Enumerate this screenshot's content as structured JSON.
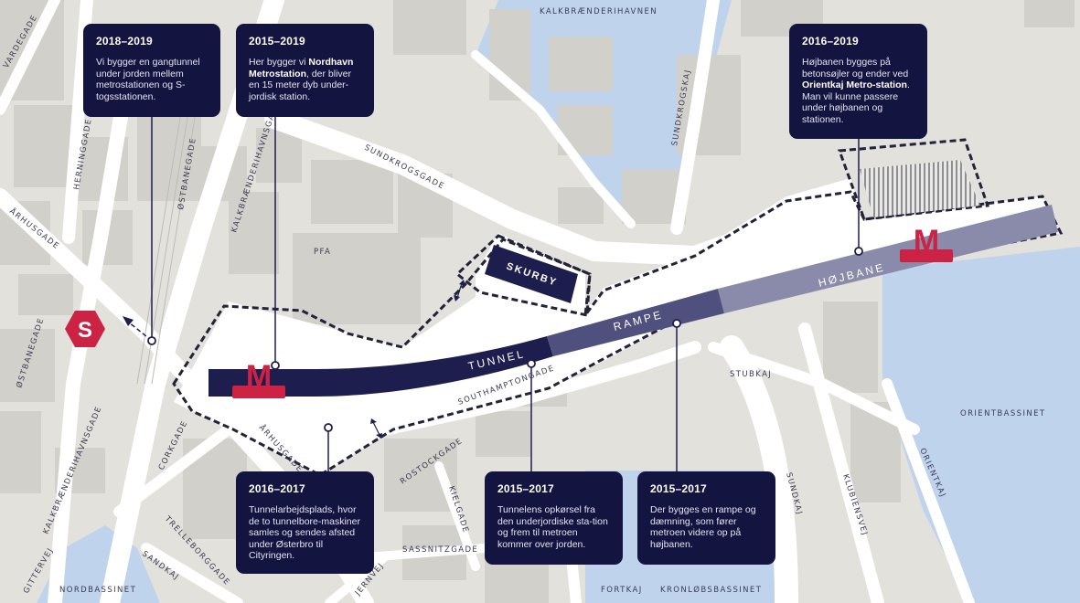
{
  "colors": {
    "water": "#bfd3ec",
    "land": "#e2e1dc",
    "building": "#d2d1cb",
    "road": "#ffffff",
    "card_bg": "#141440",
    "tunnel": "#1e1e4e",
    "rampe": "#50507e",
    "hojbane": "#8a8aaa",
    "metro_red": "#cc2244"
  },
  "icons": {
    "metro": "M",
    "s_train": "S"
  },
  "route_labels": {
    "tunnel": "TUNNEL",
    "rampe": "RAMPE",
    "hojbane": "HØJBANE",
    "skurby": "SKURBY"
  },
  "water_labels": {
    "kalkbraenderihavnen": "KALKBRÆNDERIHAVNEN",
    "orientbassinet": "ORIENTBASSINET",
    "nordbassinet": "NORDBASSINET",
    "kronlobsbassinet": "KRONLØBSBASSINET"
  },
  "streets": {
    "vardegade": "VARDEGADE",
    "herninggade": "HERNINGGADE",
    "ostbanegade_top": "ØSTBANEGADE",
    "arhusgade_left": "ÅRHUSGADE",
    "ostbanegade_left": "ØSTBANEGADE",
    "kalkbraenderihavnsgade_top": "KALKBRÆNDERIHAVNSGADE",
    "kalkbraenderihavnsgade_bottom": "KALKBRÆNDERIHAVNSGADE",
    "sundkrogsgade": "SUNDKROGSGADE",
    "sundkrogskaj": "SUNDKROGSKAJ",
    "pfa": "PFA",
    "southamptongade": "SOUTHAMPTONGADE",
    "stubkaj": "STUBKAJ",
    "corkgade": "CORKGADE",
    "arhusgade_bottom": "ÅRHUSGADE",
    "trelleborggade": "TRELLEBORGGADE",
    "gittervej": "GITTERVEJ",
    "sandkaj": "SANDKAJ",
    "rostockgade": "ROSTOCKGADE",
    "kielgade": "KIELGADE",
    "sassnitzgade": "SASSNITZGADE",
    "jernvej": "JERNVEJ",
    "fortkaj": "FORTKAJ",
    "sundkaj": "SUNDKAJ",
    "klubiensvej": "KLUBIENSVEJ",
    "orientkaj": "ORIENTKAJ"
  },
  "cards": [
    {
      "id": "gangtunnel",
      "title": "2018–2019",
      "body": [
        {
          "t": "Vi bygger en gangtunnel under jorden mellem metrostationen og S-togsstationen."
        }
      ]
    },
    {
      "id": "nordhavn",
      "title": "2015–2019",
      "body": [
        {
          "t": "Her bygger vi "
        },
        {
          "t": "Nordhavn Metrostation",
          "b": true
        },
        {
          "t": ", der bliver en 15 meter dyb under-jordisk station."
        }
      ]
    },
    {
      "id": "hojbane",
      "title": "2016–2019",
      "body": [
        {
          "t": "Højbanen bygges på betonsøjler og ender ved "
        },
        {
          "t": "Orientkaj Metro-station",
          "b": true
        },
        {
          "t": ". Man vil kunne passere under højbanen og stationen."
        }
      ]
    },
    {
      "id": "tunnelarbejdsplads",
      "title": "2016–2017",
      "body": [
        {
          "t": "Tunnelarbejdsplads, hvor de to tunnelbore-maskiner samles og sendes afsted under Østerbro til Cityringen."
        }
      ]
    },
    {
      "id": "opkorsel",
      "title": "2015–2017",
      "body": [
        {
          "t": "Tunnelens opkørsel fra den underjordiske sta-tion og frem til metroen kommer over jorden."
        }
      ]
    },
    {
      "id": "rampe",
      "title": "2015–2017",
      "body": [
        {
          "t": "Der bygges en rampe og dæmning, som fører metroen videre op på højbanen."
        }
      ]
    }
  ]
}
